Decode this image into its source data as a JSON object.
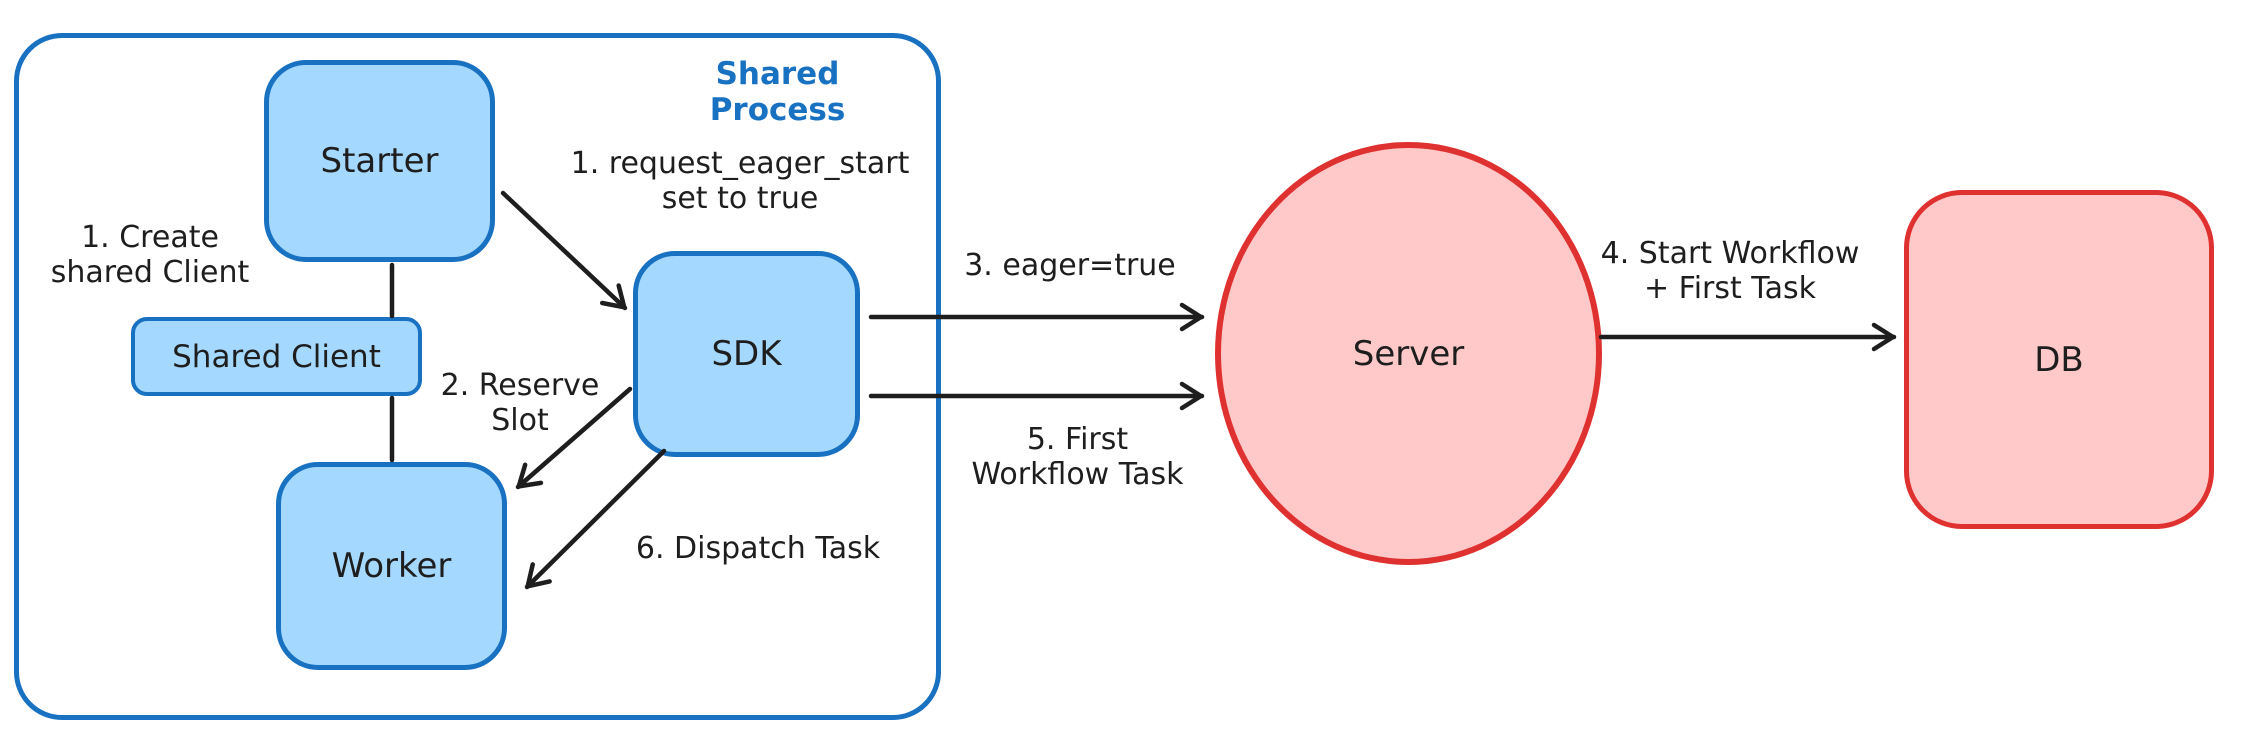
{
  "diagram": {
    "title": "Shared Process",
    "nodes": {
      "starter": {
        "label": "Starter"
      },
      "shared_client": {
        "label": "Shared Client"
      },
      "worker": {
        "label": "Worker"
      },
      "sdk": {
        "label": "SDK"
      },
      "server": {
        "label": "Server"
      },
      "db": {
        "label": "DB"
      }
    },
    "annotations": {
      "create_shared_client": "1. Create\nshared Client",
      "request_eager_start": "1. request_eager_start\nset to true",
      "reserve_slot": "2. Reserve\nSlot",
      "eager_true": "3. eager=true",
      "start_workflow_first_task": "4. Start Workflow\n+ First Task",
      "first_workflow_task": "5. First\nWorkflow Task",
      "dispatch_task": "6. Dispatch Task"
    },
    "edges": [
      {
        "from": "starter",
        "to": "shared_client",
        "style": "line",
        "label": ""
      },
      {
        "from": "shared_client",
        "to": "worker",
        "style": "line",
        "label": ""
      },
      {
        "from": "starter",
        "to": "sdk",
        "style": "arrow",
        "label": "1. request_eager_start set to true"
      },
      {
        "from": "sdk",
        "to": "worker",
        "style": "arrow",
        "label": "2. Reserve Slot"
      },
      {
        "from": "sdk",
        "to": "server",
        "style": "arrow",
        "label": "3. eager=true"
      },
      {
        "from": "server",
        "to": "db",
        "style": "arrow",
        "label": "4. Start Workflow + First Task"
      },
      {
        "from": "sdk",
        "to": "server",
        "style": "arrow",
        "label": "5. First Workflow Task"
      },
      {
        "from": "sdk",
        "to": "worker",
        "style": "arrow",
        "label": "6. Dispatch Task"
      }
    ],
    "colors": {
      "blue_stroke": "#1971c2",
      "blue_fill": "#a5d8ff",
      "red_stroke": "#e03131",
      "red_fill": "#ffc9c9",
      "ink": "#1e1e1e",
      "background": "#ffffff"
    }
  }
}
